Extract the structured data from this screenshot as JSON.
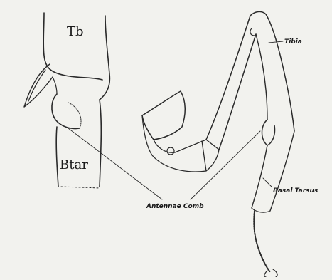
{
  "figure": {
    "labels": {
      "tb": "Tb",
      "btar": "Btar",
      "tibia": "Tibia",
      "basal_tarsus": "Basal Tarsus",
      "antennae_comb": "Antennae Comb"
    }
  }
}
